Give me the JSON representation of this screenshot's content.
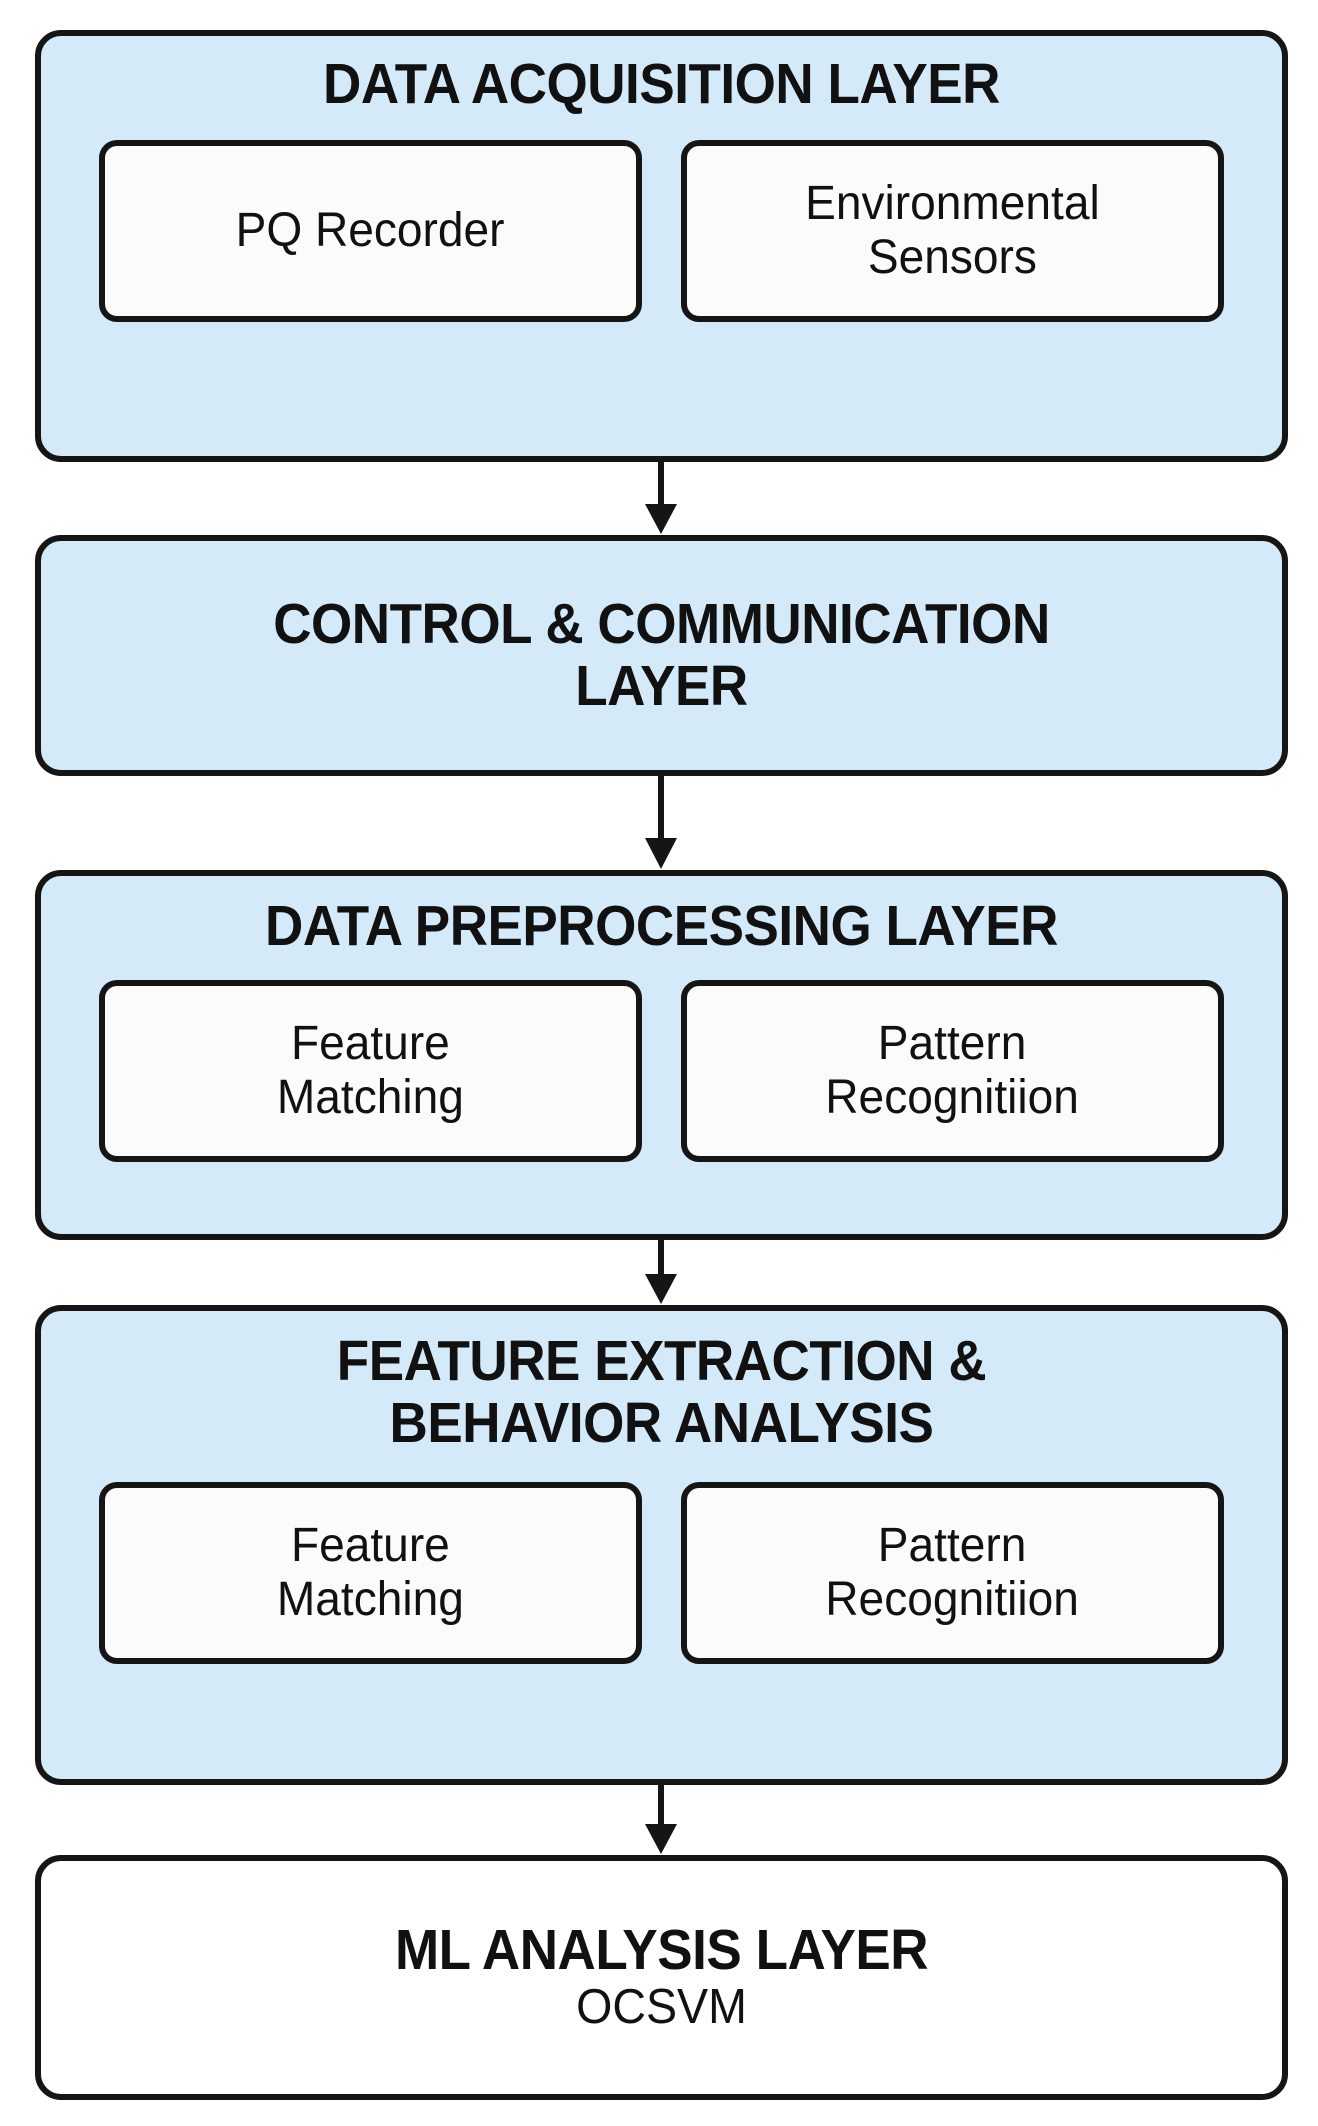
{
  "diagram": {
    "type": "flowchart",
    "orientation": "vertical",
    "colors": {
      "layer_fill": "#d4eaf9",
      "plain_fill": "#ffffff",
      "sub_box_fill": "#fbfbfb",
      "stroke": "#151515",
      "text": "#111111",
      "background": "#ffffff"
    },
    "layers": [
      {
        "id": "data-acquisition",
        "title": "DATA ACQUISITION LAYER",
        "subtitle": "",
        "filled": true,
        "components": [
          {
            "label": "PQ Recorder"
          },
          {
            "label": "Environmental\nSensors"
          }
        ]
      },
      {
        "id": "control-communication",
        "title": "CONTROL & COMMUNICATION\nLAYER",
        "subtitle": "",
        "filled": true,
        "components": []
      },
      {
        "id": "data-preprocessing",
        "title": "DATA PREPROCESSING LAYER",
        "subtitle": "",
        "filled": true,
        "components": [
          {
            "label": "Feature\nMatching"
          },
          {
            "label": "Pattern\nRecognitiion"
          }
        ]
      },
      {
        "id": "feature-extraction",
        "title": "FEATURE EXTRACTION &\nBEHAVIOR ANALYSIS",
        "subtitle": "",
        "filled": true,
        "components": [
          {
            "label": "Feature\nMatching"
          },
          {
            "label": "Pattern\nRecognitiion"
          }
        ]
      },
      {
        "id": "ml-analysis",
        "title": "ML ANALYSIS LAYER",
        "subtitle": "OCSVM",
        "filled": false,
        "components": []
      }
    ],
    "connectors": [
      {
        "from": "data-acquisition",
        "to": "control-communication",
        "glyph": "down-arrow"
      },
      {
        "from": "control-communication",
        "to": "data-preprocessing",
        "glyph": "down-arrow"
      },
      {
        "from": "data-preprocessing",
        "to": "feature-extraction",
        "glyph": "down-arrow"
      },
      {
        "from": "feature-extraction",
        "to": "ml-analysis",
        "glyph": "down-arrow"
      }
    ]
  }
}
